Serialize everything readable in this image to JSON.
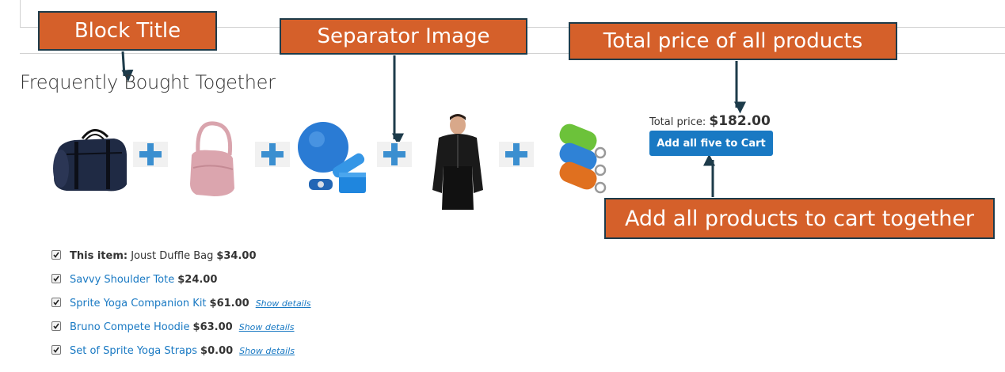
{
  "callouts": {
    "block_title": "Block Title",
    "separator_image": "Separator Image",
    "total_price": "Total price of all products",
    "add_all": "Add all products to cart together"
  },
  "block": {
    "title": "Frequently Bought Together"
  },
  "summary": {
    "total_label": "Total price:",
    "total_value": "$182.00",
    "add_button": "Add all five to Cart"
  },
  "products": [
    {
      "image": "duffle-bag-image"
    },
    {
      "image": "shoulder-tote-image"
    },
    {
      "image": "yoga-kit-image"
    },
    {
      "image": "hoodie-model-image"
    },
    {
      "image": "yoga-straps-image"
    }
  ],
  "items": [
    {
      "prefix": "This item:",
      "name": "Joust Duffle Bag",
      "price": "$34.00",
      "checked": true
    },
    {
      "name": "Savvy Shoulder Tote",
      "price": "$24.00",
      "checked": true
    },
    {
      "name": "Sprite Yoga Companion Kit",
      "price": "$61.00",
      "details": "Show details",
      "checked": true
    },
    {
      "name": "Bruno Compete Hoodie",
      "price": "$63.00",
      "details": "Show details",
      "checked": true
    },
    {
      "name": "Set of Sprite Yoga Straps",
      "price": "$0.00",
      "details": "Show details",
      "checked": true
    }
  ],
  "colors": {
    "callout_bg": "#d5602a",
    "callout_border": "#1d3b4a",
    "link": "#1979c3",
    "button": "#1979c3",
    "plus": "#3b8fd0"
  }
}
